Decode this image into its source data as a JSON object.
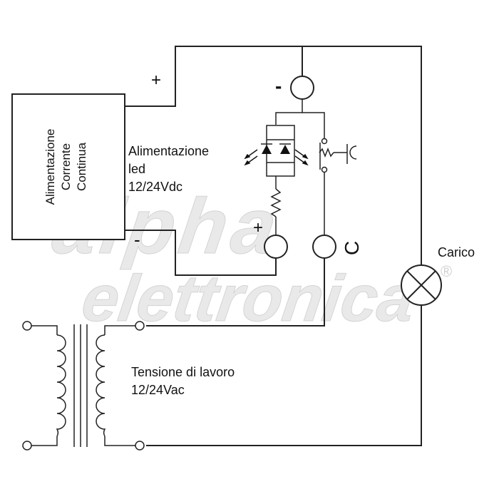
{
  "watermark": {
    "line1": "alpha",
    "line2": "elettronica",
    "mark": "®"
  },
  "power_supply": {
    "line1": "Alimentazione",
    "line2": "Corrente",
    "line3": "Continua",
    "plus": "+",
    "minus": "-"
  },
  "led_supply": {
    "line1": "Alimentazione",
    "line2": "led",
    "line3": "12/24Vdc"
  },
  "terminals": {
    "minus": "-",
    "plus": "+",
    "common": "C"
  },
  "load": {
    "label": "Carico"
  },
  "work_voltage": {
    "line1": "Tensione di lavoro",
    "line2": "12/24Vac"
  }
}
